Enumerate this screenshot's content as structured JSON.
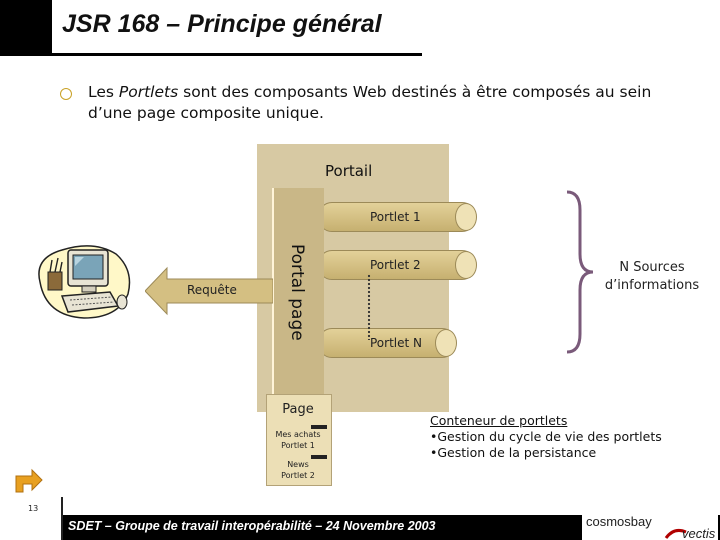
{
  "title": "JSR 168 – Principe général",
  "intro": {
    "prefix": "Les ",
    "emphasis": "Portlets",
    "text": " sont des composants Web destinés à être composés au sein d’une page composite unique."
  },
  "diagram": {
    "portail_label": "Portail",
    "portal_page_label": "Portal page",
    "portlets": [
      "Portlet 1",
      "Portlet 2",
      "Portlet N"
    ],
    "sources_label": "N Sources d’informations",
    "request_label": "Requête",
    "page_card": {
      "title": "Page",
      "items": [
        {
          "line1": "Mes achats",
          "line2": "Portlet 1"
        },
        {
          "line1": "News",
          "line2": "Portlet 2"
        }
      ]
    },
    "container": {
      "heading": "Conteneur de portlets",
      "items": [
        "•Gestion du cycle de vie des portlets",
        "•Gestion de la persistance"
      ]
    }
  },
  "footer": {
    "page_number": "13",
    "text": "SDET – Groupe de travail interopérabilité – 24 Novembre 2003",
    "logo_top": "cosmosbay",
    "logo_bottom": "vectis"
  },
  "colors": {
    "accent_gold": "#c9a227",
    "portal_tan": "#d7c9a3",
    "portlet_gold": "#d4bf82",
    "sources_brace": "#7a5a7a",
    "footer_bg": "#000000",
    "logo_red": "#b00000"
  },
  "icons": [
    "computer-icon",
    "back-arrow-icon",
    "brace-icon"
  ]
}
